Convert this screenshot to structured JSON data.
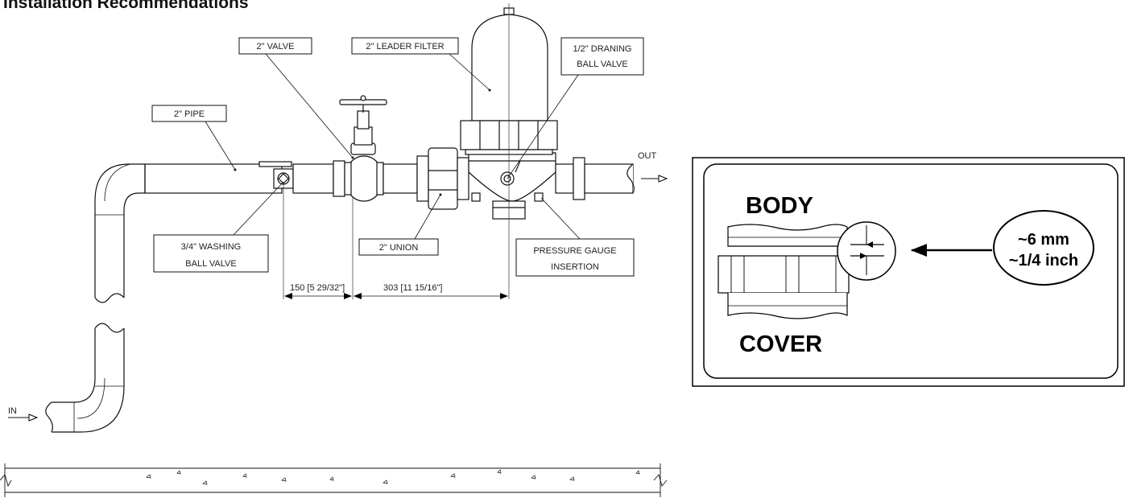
{
  "page_title": "Installation Recommendations",
  "labels": {
    "valve": "2\"  VALVE",
    "leader_filter": "2\"  LEADER  FILTER",
    "draining_ball_valve_line1": "1/2\" DRANING",
    "draining_ball_valve_line2": "BALL VALVE",
    "pipe": "2\"  PIPE",
    "washing_ball_valve_line1": "3/4\" WASHING",
    "washing_ball_valve_line2": "BALL VALVE",
    "union": "2\"  UNION",
    "pressure_gauge_line1": "PRESSURE GAUGE",
    "pressure_gauge_line2": "INSERTION",
    "out": "OUT",
    "in": "IN"
  },
  "dimensions": {
    "first": "150 [5 29/32\"]",
    "second": "303 [11 15/16\"]"
  },
  "detail": {
    "body_label": "BODY",
    "cover_label": "COVER",
    "gap_mm": "~6 mm",
    "gap_inch": "~1/4 inch"
  }
}
